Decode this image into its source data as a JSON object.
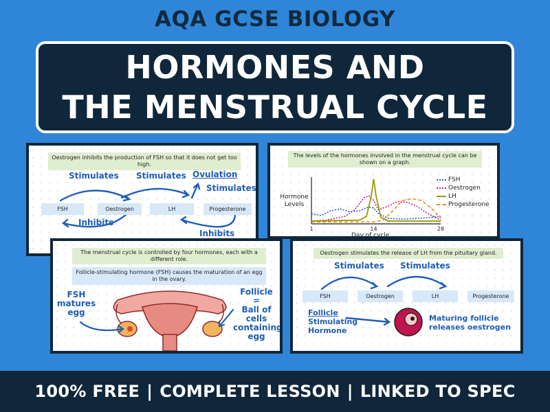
{
  "header": {
    "subtitle": "AQA GCSE BIOLOGY",
    "title_line1": "HORMONES AND",
    "title_line2": "THE MENSTRUAL CYCLE"
  },
  "slide1": {
    "note": "Oestrogen inhibits the production of FSH so that it does not get too high.",
    "nodes": [
      "FSH",
      "Oestrogen",
      "LH",
      "Progesterone"
    ],
    "stimulates_1": "Stimulates",
    "stimulates_2": "Stimulates",
    "ovulation": "Ovulation",
    "stimulates_3": "Stimulates",
    "inhibits_1": "Inhibits",
    "inhibits_2": "Inhibits"
  },
  "slide2": {
    "note": "The levels of the hormones involved in the menstrual cycle can be shown on a graph.",
    "chart_data": {
      "type": "line",
      "ylabel": "Hormone Levels",
      "xlabel": "Day of cycle",
      "x_ticks": [
        "1",
        "14",
        "28"
      ],
      "xlim": [
        1,
        28
      ],
      "ylim": [
        0,
        10
      ],
      "legend_position": "right",
      "series": [
        {
          "name": "FSH",
          "color": "#1f5eb6",
          "style": "dotted",
          "x": [
            1,
            3,
            5,
            7,
            9,
            11,
            13,
            14,
            15,
            17,
            20,
            24,
            28
          ],
          "y": [
            2.2,
            1.8,
            2.8,
            3.2,
            2.6,
            2.8,
            3.6,
            3.4,
            2.2,
            1.2,
            1.0,
            1.2,
            1.6
          ]
        },
        {
          "name": "Oestrogen",
          "color": "#c2188e",
          "style": "dotted",
          "x": [
            1,
            4,
            8,
            10,
            12,
            13,
            14,
            15,
            17,
            19,
            21,
            23,
            25,
            28
          ],
          "y": [
            0.6,
            0.8,
            1.6,
            3.0,
            5.6,
            6.0,
            5.0,
            3.0,
            3.8,
            4.8,
            4.6,
            3.8,
            2.4,
            0.8
          ]
        },
        {
          "name": "LH",
          "color": "#9a9a00",
          "style": "solid",
          "x": [
            1,
            11,
            12.5,
            13.5,
            14,
            14.5,
            15.5,
            17,
            28
          ],
          "y": [
            0.6,
            0.8,
            1.6,
            6.0,
            9.6,
            6.0,
            1.4,
            0.6,
            0.6
          ]
        },
        {
          "name": "Progesterone",
          "color": "#f08a1e",
          "style": "dashed",
          "x": [
            1,
            14,
            16,
            18,
            20,
            22,
            24,
            26,
            28
          ],
          "y": [
            0.4,
            0.4,
            0.8,
            2.8,
            5.0,
            5.4,
            5.0,
            3.4,
            1.2
          ]
        }
      ]
    }
  },
  "slide3": {
    "note1": "The menstrual cycle is controlled by four hormones, each with a different role.",
    "note2": "Follicle-stimulating hormone (FSH) causes the maturation of an egg in the ovary.",
    "left_label": [
      "FSH",
      "matures",
      "egg"
    ],
    "right_label": [
      "Follicle",
      "=",
      "Ball of",
      "cells",
      "containing",
      "egg"
    ]
  },
  "slide4": {
    "note": "Oestrogen stimulates the release of LH from the pituitary gland.",
    "nodes": [
      "FSH",
      "Oestrogen",
      "LH",
      "Progesterone"
    ],
    "stimulates_1": "Stimulates",
    "stimulates_2": "Stimulates",
    "left_label": [
      "Follicle",
      "Stimulating",
      "Hormone"
    ],
    "right_label": [
      "Maturing follicle",
      "releases oestrogen"
    ]
  },
  "footer": {
    "item1": "100% FREE",
    "item2": "COMPLETE LESSON",
    "item3": "LINKED TO SPEC",
    "separator": "|"
  },
  "colors": {
    "background": "#2f86d8",
    "navy": "#10263a",
    "note_green": "#dfeecf",
    "node_blue": "#d7e8f8",
    "ink_blue": "#1f5eb6"
  }
}
